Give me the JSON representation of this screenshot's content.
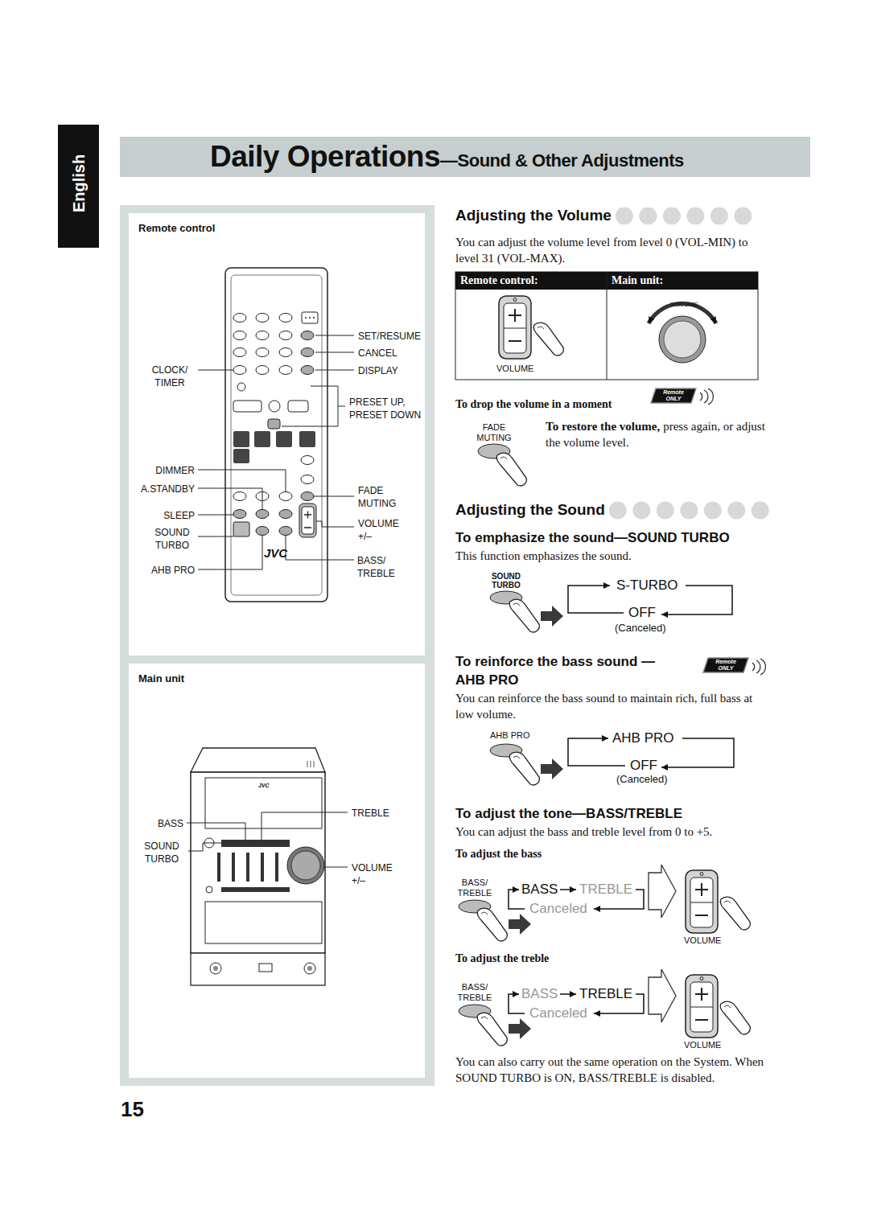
{
  "diagram": {
    "nodes": [
      {
        "text": [
          "English"
        ]
      },
      {
        "text": [
          "Daily Operations",
          "—Sound & Other Adjustments"
        ]
      },
      {
        "text": [
          "Remote control"
        ]
      },
      {
        "text": [
          "Main unit"
        ]
      },
      {
        "text": [
          "Remote ONLY"
        ]
      },
      {
        "text": [
          "Remote ONLY"
        ]
      }
    ],
    "labels": [
      "15",
      "Adjusting the Volume",
      "You can adjust the volume level from level 0 (VOL-MIN) to level 31 (VOL-MAX).",
      "Remote control:",
      "Main unit:",
      "VOLUME",
      "VOLUME",
      "To drop the volume in a moment",
      "FADE MUTING",
      "To restore the volume,",
      "press again, or adjust the volume level.",
      "Adjusting the Sound",
      "To emphasize the sound—SOUND TURBO",
      "This function emphasizes the sound.",
      "SOUND TURBO",
      "S-TURBO",
      "OFF",
      "(Canceled)",
      "To reinforce the bass sound —AHB PRO",
      "You can reinforce the bass sound to maintain rich, full bass at low volume.",
      "AHB PRO",
      "AHB PRO",
      "OFF",
      "(Canceled)",
      "To adjust the tone—BASS/TREBLE",
      "You can adjust the bass and treble level from 0 to +5.",
      "To adjust the bass",
      "BASS/ TREBLE",
      "BASS",
      "TREBLE",
      "Canceled",
      "VOLUME",
      "To adjust the treble",
      "BASS/ TREBLE",
      "BASS",
      "TREBLE",
      "Canceled",
      "VOLUME",
      "You can also carry out the same operation on the System. When SOUND TURBO is ON, BASS/TREBLE is disabled.",
      "SET/RESUME",
      "CANCEL",
      "CLOCK/ TIMER",
      "DISPLAY",
      "PRESET UP, PRESET DOWN",
      "DIMMER",
      "A.STANDBY",
      "FADE MUTING",
      "SLEEP",
      "VOLUME +/–",
      "SOUND TURBO",
      "JVC",
      "BASS/ TREBLE",
      "AHB PRO",
      "JVC",
      "TREBLE",
      "BASS",
      "SOUND TURBO",
      "VOLUME +/–"
    ]
  }
}
